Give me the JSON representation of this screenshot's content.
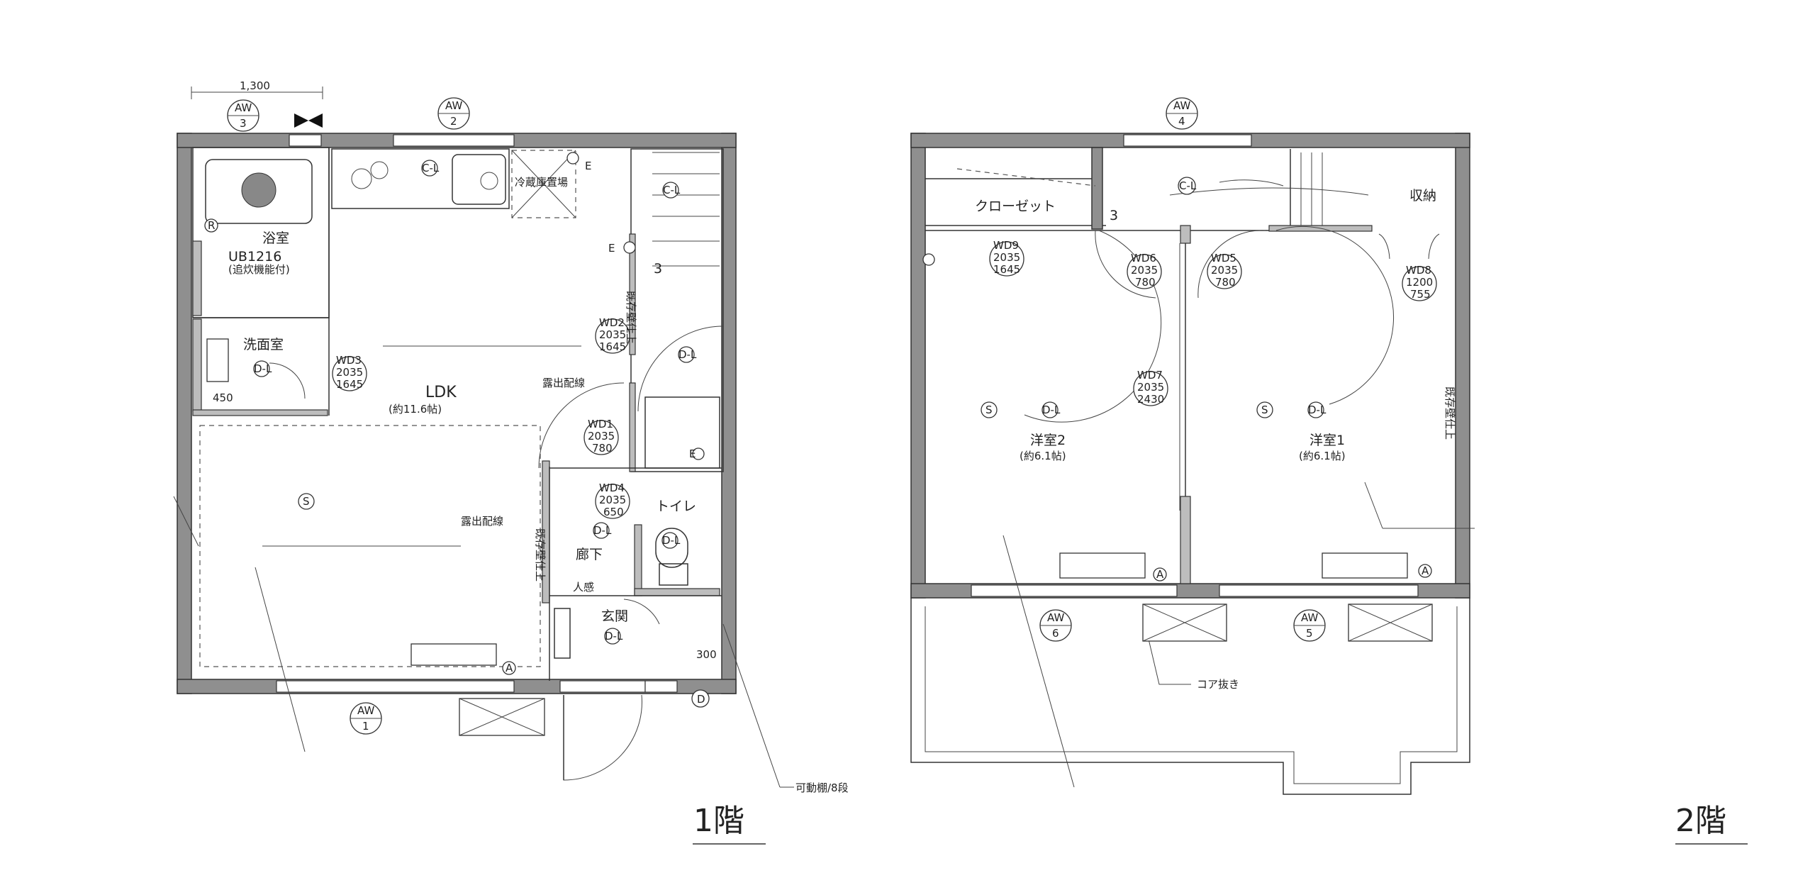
{
  "floors": {
    "first": {
      "title": "1階",
      "rooms": {
        "bath": "浴室",
        "bath_spec": "UB1216",
        "bath_note": "(追炊機能付)",
        "washroom": "洗面室",
        "ldk": "LDK",
        "ldk_size": "(約11.6帖)",
        "hall": "廊下",
        "toilet": "トイレ",
        "entrance": "玄関",
        "fridge": "冷蔵庫置場"
      },
      "notes": {
        "exposed_wiring_1": "露出配線",
        "exposed_wiring_2": "露出配線",
        "existing_finish_1": "既存壁仕上",
        "existing_finish_2": "既存壁仕上",
        "motion_sensor": "人感",
        "shelf": "可動棚/8段"
      },
      "dimensions": {
        "top": "1,300",
        "wash_width": "450",
        "entry": "300"
      },
      "windows": [
        {
          "code": "AW",
          "num": "3"
        },
        {
          "code": "AW",
          "num": "2"
        },
        {
          "code": "AW",
          "num": "1"
        }
      ],
      "doors": {
        "wd1": {
          "code": "WD1",
          "h": "2035",
          "w": "780"
        },
        "wd2": {
          "code": "WD2",
          "h": "2035",
          "w": "1645"
        },
        "wd3": {
          "code": "WD3",
          "h": "2035",
          "w": "1645"
        },
        "wd4": {
          "code": "WD4",
          "h": "2035",
          "w": "650"
        }
      },
      "stair_step": "3"
    },
    "second": {
      "title": "2階",
      "rooms": {
        "closet": "クローゼット",
        "storage": "収納",
        "western2": "洋室2",
        "western2_size": "(約6.1帖)",
        "western1": "洋室1",
        "western1_size": "(約6.1帖)"
      },
      "notes": {
        "core": "コア抜き",
        "existing_finish": "既存壁仕上"
      },
      "windows": [
        {
          "code": "AW",
          "num": "4"
        },
        {
          "code": "AW",
          "num": "6"
        },
        {
          "code": "AW",
          "num": "5"
        }
      ],
      "doors": {
        "wd5": {
          "code": "WD5",
          "h": "2035",
          "w": "780"
        },
        "wd6": {
          "code": "WD6",
          "h": "2035",
          "w": "780"
        },
        "wd7": {
          "code": "WD7",
          "h": "2035",
          "w": "2430"
        },
        "wd8": {
          "code": "WD8",
          "h": "1200",
          "w": "755"
        },
        "wd9": {
          "code": "WD9",
          "h": "2035",
          "w": "1645"
        }
      },
      "stair_step": "3"
    }
  },
  "symbols": {
    "ceiling_light": "C-L",
    "downlight": "D-L",
    "smoke_detector": "S",
    "outlet_e": "E",
    "d_mark": "D",
    "a_mark": "A",
    "r_mark": "R"
  }
}
